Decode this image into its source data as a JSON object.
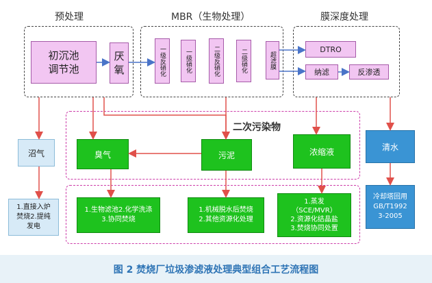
{
  "sections": {
    "pretreatment": "预处理",
    "mbr": "MBR（生物处理）",
    "membrane": "膜深度处理",
    "secondary": "二次污染物"
  },
  "boxes": {
    "settling": "初沉池\n调节池",
    "anaerobic": "厌\n氧",
    "mbr1": "一级反硝化",
    "mbr2": "一级硝化",
    "mbr3": "二级反硝化",
    "mbr4": "二级硝化",
    "ultrafilter": "超滤膜",
    "dtro": "DTRO",
    "nanofilter": "纳滤",
    "ro": "反渗透",
    "biogas": "沼气",
    "biogas_use": "1.直接入炉\n焚烧2.提纯\n发电",
    "odor": "臭气",
    "sludge": "污泥",
    "concentrate": "浓缩液",
    "odor_treat": "1.生物滤池2.化学洗涤\n3.协同焚烧",
    "sludge_treat": "1.机械脱水后焚烧\n2.其他资源化处理",
    "concentrate_treat": "1.蒸发\n（SCE/MVR）\n2.资源化结晶盐\n3.焚烧协同处置",
    "clean_water": "清水",
    "cooling": "冷却塔回用\nGB/T1992\n3-2005"
  },
  "caption": "图 2  焚烧厂垃圾渗滤液处理典型组合工艺流程图",
  "colors": {
    "arrow_red": "#e0504a",
    "arrow_blue": "#4a74c8",
    "pink_box": "#f2c6f2",
    "green_box": "#1ec21e",
    "blue_box": "#3a94d4",
    "caption_text": "#2e74b5"
  }
}
